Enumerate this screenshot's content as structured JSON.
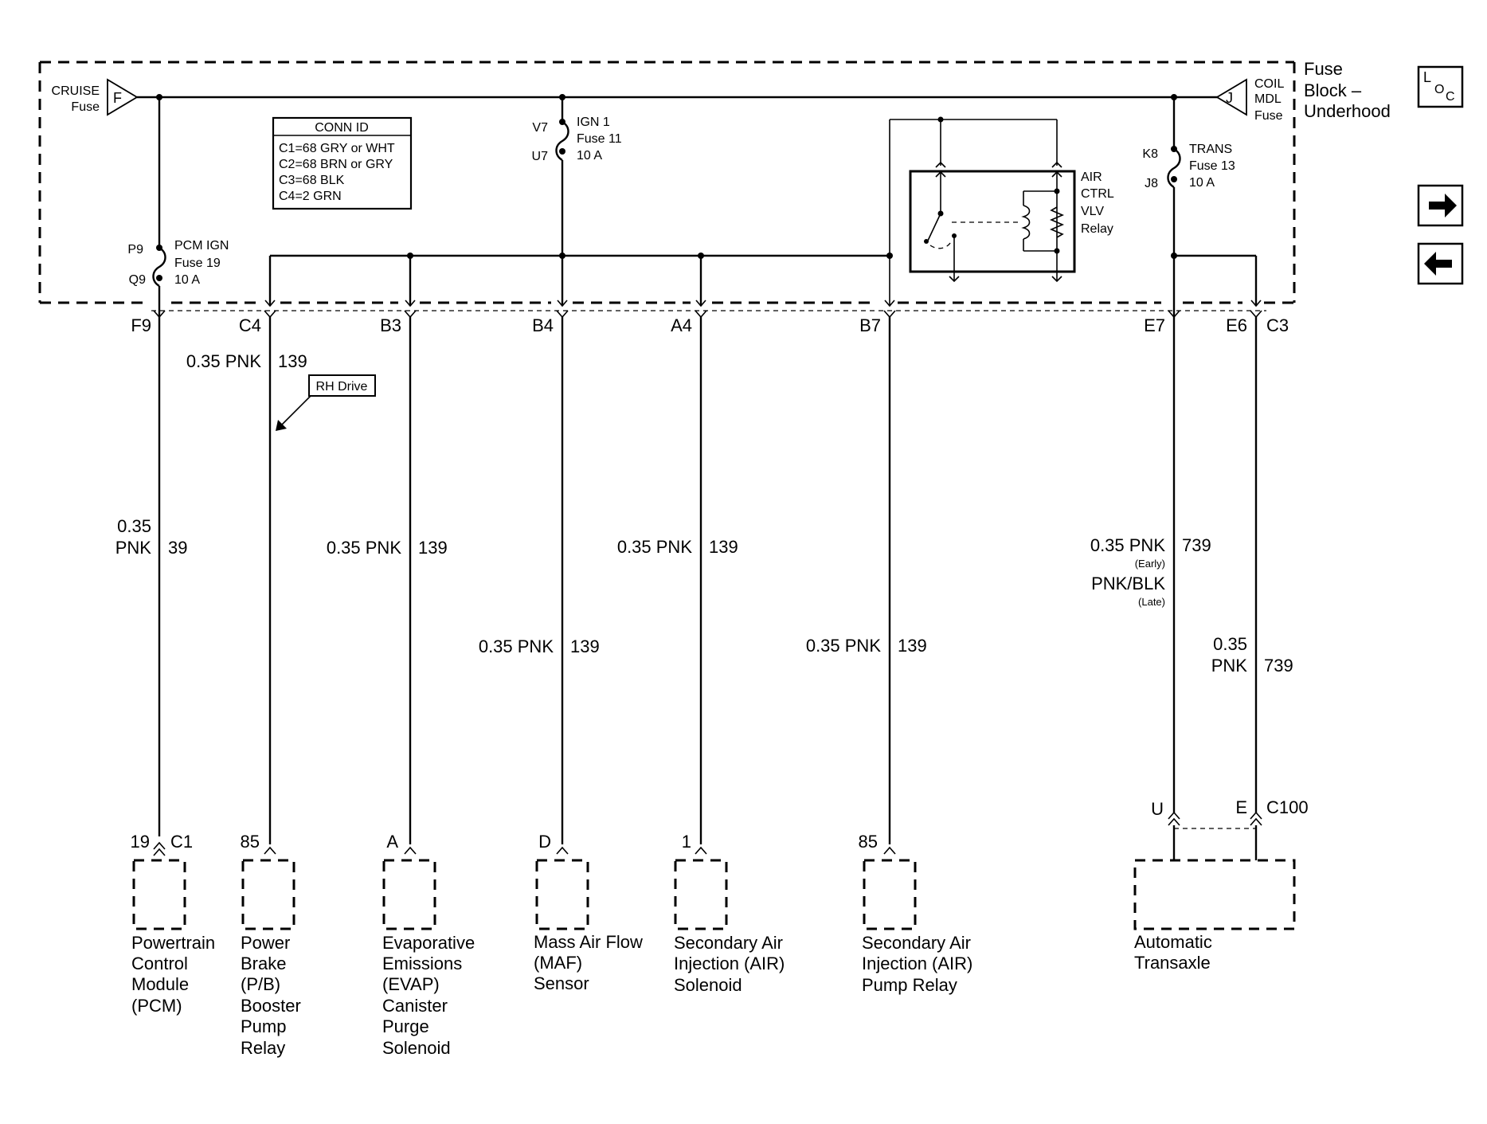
{
  "fuse_block": {
    "name_line1": "Fuse",
    "name_line2": "Block –",
    "name_line3": "Underhood"
  },
  "nav": {
    "loc_icon": "location-icon",
    "next_icon": "arrow-right-icon",
    "prev_icon": "arrow-left-icon"
  },
  "fuses": {
    "cruise": {
      "line1": "CRUISE",
      "line2": "Fuse",
      "letter": "F"
    },
    "coil": {
      "line1": "COIL",
      "line2": "MDL",
      "line3": "Fuse",
      "letter": "J"
    },
    "ign1": {
      "pin_top": "V7",
      "pin_bottom": "U7",
      "line1": "IGN 1",
      "line2": "Fuse 11",
      "line3": "10 A"
    },
    "trans": {
      "pin_top": "K8",
      "pin_bottom": "J8",
      "line1": "TRANS",
      "line2": "Fuse 13",
      "line3": "10 A"
    },
    "pcm_ign": {
      "pin_top": "P9",
      "pin_bottom": "Q9",
      "line1": "PCM IGN",
      "line2": "Fuse 19",
      "line3": "10 A"
    }
  },
  "conn_id": {
    "title": "CONN ID",
    "rows": [
      "C1=68 GRY or WHT",
      "C2=68 BRN or GRY",
      "C3=68 BLK",
      "C4=2 GRN"
    ]
  },
  "relay": {
    "line1": "AIR",
    "line2": "CTRL",
    "line3": "VLV",
    "line4": "Relay"
  },
  "terminals": {
    "f9": "F9",
    "c4": "C4",
    "b3": "B3",
    "b4": "B4",
    "a4": "A4",
    "b7": "B7",
    "e7": "E7",
    "e6": "E6",
    "c3": "C3"
  },
  "rh_drive": "RH Drive",
  "wires": {
    "c4": {
      "gauge": "0.35 PNK",
      "circuit": "139"
    },
    "f9": {
      "gauge1": "0.35",
      "gauge2": "PNK",
      "circuit": "39"
    },
    "b3": {
      "gauge": "0.35 PNK",
      "circuit": "139"
    },
    "a4": {
      "gauge": "0.35 PNK",
      "circuit": "139"
    },
    "b4": {
      "gauge": "0.35 PNK",
      "circuit": "139"
    },
    "b7": {
      "gauge": "0.35 PNK",
      "circuit": "139"
    },
    "e7": {
      "gauge1": "0.35 PNK",
      "note1": "(Early)",
      "gauge2": "PNK/BLK",
      "note2": "(Late)",
      "circuit": "739"
    },
    "e6": {
      "gauge1": "0.35",
      "gauge2": "PNK",
      "circuit": "739"
    }
  },
  "components": {
    "pcm": {
      "pin": "19",
      "conn": "C1",
      "lines": [
        "Powertrain",
        "Control",
        "Module",
        "(PCM)"
      ]
    },
    "pb": {
      "pin": "85",
      "lines": [
        "Power",
        "Brake",
        "(P/B)",
        "Booster",
        "Pump",
        "Relay"
      ]
    },
    "evap": {
      "pin": "A",
      "lines": [
        "Evaporative",
        "Emissions",
        "(EVAP)",
        "Canister",
        "Purge",
        "Solenoid"
      ]
    },
    "maf": {
      "pin": "D",
      "lines": [
        "Mass Air Flow",
        "(MAF)",
        "Sensor"
      ]
    },
    "air_sol": {
      "pin": "1",
      "lines": [
        "Secondary Air",
        "Injection (AIR)",
        "Solenoid"
      ]
    },
    "air_relay": {
      "pin": "85",
      "lines": [
        "Secondary Air",
        "Injection (AIR)",
        "Pump Relay"
      ]
    },
    "trans": {
      "pin_u": "U",
      "pin_e": "E",
      "conn": "C100",
      "lines": [
        "Automatic",
        "Transaxle"
      ]
    }
  }
}
